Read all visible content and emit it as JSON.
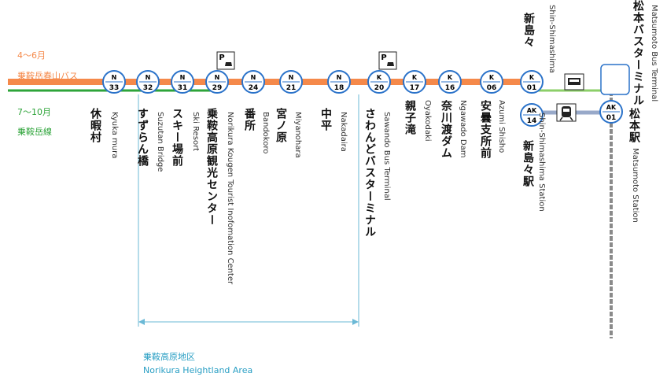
{
  "colors": {
    "bus_line": "#f5894a",
    "green_line": "#2ea43a",
    "light_green": "#8ccf69",
    "circle_stroke": "#2a72c9",
    "area_line": "#6bb9d6",
    "jr_line": "#8a8a8a",
    "al_line": "#98a9c9"
  },
  "legend": {
    "spring_period": "4～6月",
    "spring_route": "乗鞍岳春山バス",
    "summer_period": "7～10月",
    "summer_route": "乗鞍岳線"
  },
  "area": {
    "jp": "乗鞍高原地区",
    "en": "Norikura Heightland Area"
  },
  "stops": [
    {
      "letter": "N",
      "num": "33",
      "jp": "休暇村",
      "en": "Kyuka mura"
    },
    {
      "letter": "N",
      "num": "32",
      "jp": "すずらん橋",
      "en": "Suzutan Bridge"
    },
    {
      "letter": "N",
      "num": "31",
      "jp": "スキー場前",
      "en": "Ski Resort"
    },
    {
      "letter": "N",
      "num": "29",
      "jp": "乗鞍高原観光センター",
      "en": "Norikura Kougen Tourist Inofomation Center",
      "parking": "P"
    },
    {
      "letter": "N",
      "num": "24",
      "jp": "番所",
      "en": "Bandokoro"
    },
    {
      "letter": "N",
      "num": "21",
      "jp": "宮ノ原",
      "en": "Miyanohara"
    },
    {
      "letter": "N",
      "num": "18",
      "jp": "中平",
      "en": "Nakadaira"
    },
    {
      "letter": "K",
      "num": "20",
      "jp": "さわんどバスターミナル",
      "en": "Sawando Bus Terminal",
      "parking": "P"
    },
    {
      "letter": "K",
      "num": "17",
      "jp": "親子滝",
      "en": "Oyakodaki"
    },
    {
      "letter": "K",
      "num": "16",
      "jp": "奈川渡ダム",
      "en": "Ngawado Dam"
    },
    {
      "letter": "K",
      "num": "06",
      "jp": "安曇支所前",
      "en": "Azumi Shisho"
    },
    {
      "letter": "K",
      "num": "01",
      "jp": "新島々",
      "en": "Shin-Shimashima"
    },
    {
      "letter": "AK",
      "num": "14",
      "jp": "新島々駅",
      "en": "Shin-Shimashima Station"
    },
    {
      "letter": "AK",
      "num": "01",
      "jp": "松本駅",
      "en": "Matsumoto Station"
    },
    {
      "jp": "松本バスターミナル",
      "en": "Matsumoto Bus Terminal"
    }
  ]
}
